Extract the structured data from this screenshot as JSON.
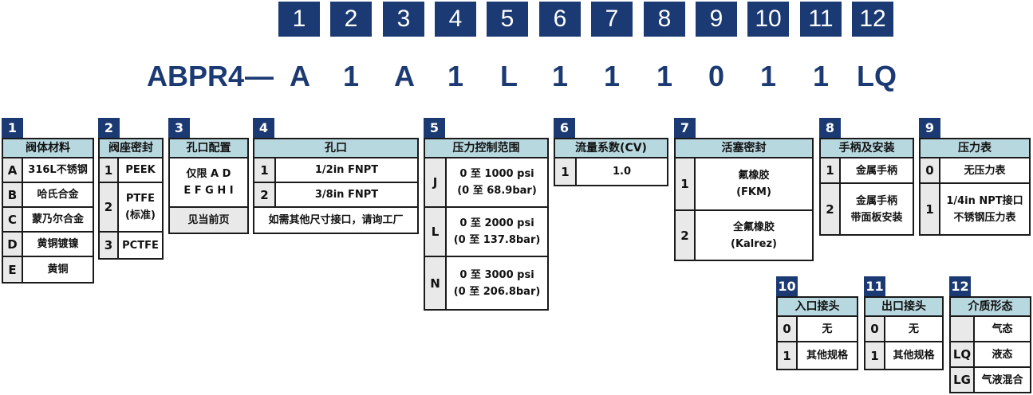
{
  "positions": [
    "1",
    "2",
    "3",
    "4",
    "5",
    "6",
    "7",
    "8",
    "9",
    "10",
    "11",
    "12"
  ],
  "model_code": [
    "ABPR4",
    "—",
    "A",
    "1",
    "A",
    "1",
    "L",
    "1",
    "1",
    "1",
    "0",
    "1",
    "1",
    "LQ"
  ],
  "tables": {
    "t1": {
      "num": "1",
      "header": "阀体材料",
      "rows": [
        [
          "A",
          "316L不锈钢"
        ],
        [
          "B",
          "哈氏合金"
        ],
        [
          "C",
          "蒙乃尔合金"
        ],
        [
          "D",
          "黄铜镀镍"
        ],
        [
          "E",
          "黄铜"
        ]
      ]
    },
    "t2": {
      "num": "2",
      "header": "阀座密封",
      "rows": [
        [
          "1",
          "PEEK"
        ],
        [
          "2",
          "PTFE\n(标准)"
        ],
        [
          "3",
          "PCTFE"
        ]
      ]
    },
    "t3": {
      "num": "3",
      "header": "孔口配置",
      "body": "仅限 A D\nE F G H I",
      "footer": "见当前页"
    },
    "t4": {
      "num": "4",
      "header": "孔口",
      "rows": [
        [
          "1",
          "1/2in FNPT"
        ],
        [
          "2",
          "3/8in FNPT"
        ]
      ],
      "footer": "如需其他尺寸接口，请询工厂"
    },
    "t5": {
      "num": "5",
      "header": "压力控制范围",
      "rows": [
        [
          "J",
          "0 至 1000 psi\n(0 至 68.9bar)"
        ],
        [
          "L",
          "0 至 2000 psi\n(0 至 137.8bar)"
        ],
        [
          "N",
          "0 至 3000 psi\n(0 至 206.8bar)"
        ]
      ]
    },
    "t6": {
      "num": "6",
      "header": "流量系数(CV)",
      "rows": [
        [
          "1",
          "1.0"
        ]
      ]
    },
    "t7": {
      "num": "7",
      "header": "活塞密封",
      "rows": [
        [
          "1",
          "氟橡胶\n(FKM)"
        ],
        [
          "2",
          "全氟橡胶\n(Kalrez)"
        ]
      ]
    },
    "t8": {
      "num": "8",
      "header": "手柄及安装",
      "rows": [
        [
          "1",
          "金属手柄"
        ],
        [
          "2",
          "金属手柄\n带面板安装"
        ]
      ]
    },
    "t9": {
      "num": "9",
      "header": "压力表",
      "rows": [
        [
          "0",
          "无压力表"
        ],
        [
          "1",
          "1/4in NPT接口\n不锈钢压力表"
        ]
      ]
    },
    "t10": {
      "num": "10",
      "header": "入口接头",
      "rows": [
        [
          "0",
          "无"
        ],
        [
          "1",
          "其他规格"
        ]
      ]
    },
    "t11": {
      "num": "11",
      "header": "出口接头",
      "rows": [
        [
          "0",
          "无"
        ],
        [
          "1",
          "其他规格"
        ]
      ]
    },
    "t12": {
      "num": "12",
      "header": "介质形态",
      "rows": [
        [
          "",
          "气态"
        ],
        [
          "LQ",
          "液态"
        ],
        [
          "LG",
          "气液混合"
        ]
      ]
    }
  },
  "colors": {
    "navy": "#1b3a73",
    "header_fill": "#b8d8e0",
    "key_fill": "#e9e9e9"
  }
}
